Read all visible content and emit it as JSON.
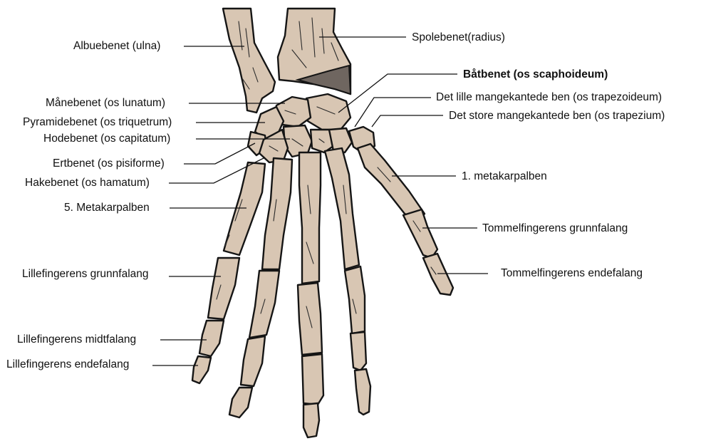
{
  "labels": {
    "ulna": "Albuebenet (ulna)",
    "radius": "Spolebenet(radius)",
    "scaphoid": "Båtbenet (os scaphoideum)",
    "lunate": "Månebenet (os lunatum)",
    "trapezoid": "Det lille mangekantede ben (os trapezoideum)",
    "triquetrum": "Pyramidebenet (os triquetrum)",
    "trapezium": "Det store mangekantede ben (os trapezium)",
    "capitate": "Hodebenet (os capitatum)",
    "pisiform": "Ertbenet (os pisiforme)",
    "hamate": "Hakebenet (os hamatum)",
    "metacarpal1": "1.   metakarpalben",
    "metacarpal5": "5. Metakarpalben",
    "thumb_proximal": "Tommelfingerens grunnfalang",
    "little_proximal": "Lillefingerens grunnfalang",
    "thumb_distal": "Tommelfingerens endefalang",
    "little_middle": "Lillefingerens midtfalang",
    "little_distal": "Lillefingerens endefalang"
  }
}
